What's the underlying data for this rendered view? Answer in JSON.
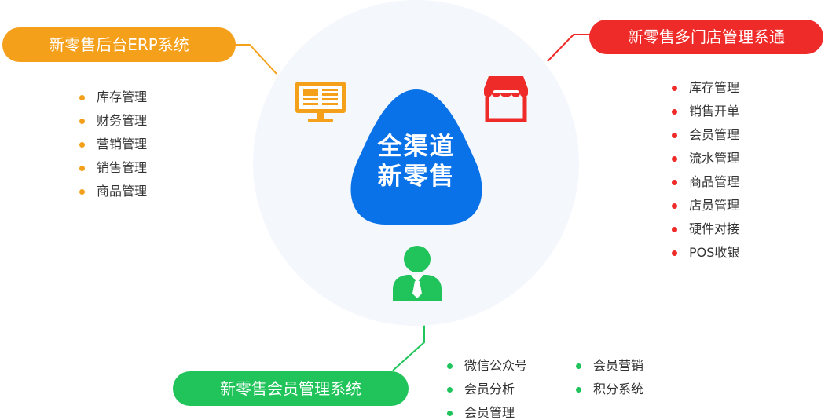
{
  "center": {
    "line1": "全渠道",
    "line2": "新零售"
  },
  "nodes": {
    "erp": {
      "title": "新零售后台ERP系统",
      "color": "#f5a01a",
      "icon": "monitor-icon",
      "items": [
        "库存管理",
        "财务管理",
        "营销管理",
        "销售管理",
        "商品管理"
      ]
    },
    "store": {
      "title": "新零售多门店管理系通",
      "color": "#ee2b28",
      "icon": "storefront-icon",
      "items": [
        "库存管理",
        "销售开单",
        "会员管理",
        "流水管理",
        "商品管理",
        "店员管理",
        "硬件对接",
        "POS收银"
      ]
    },
    "member": {
      "title": "新零售会员管理系统",
      "color": "#21c45a",
      "icon": "member-user-icon",
      "items_col1": [
        "微信公众号",
        "会员分析",
        "会员管理"
      ],
      "items_col2": [
        "会员营销",
        "积分系统"
      ]
    }
  },
  "colors": {
    "center_blue": "#0a72e8",
    "circle_bg": "#f4f7fb"
  }
}
